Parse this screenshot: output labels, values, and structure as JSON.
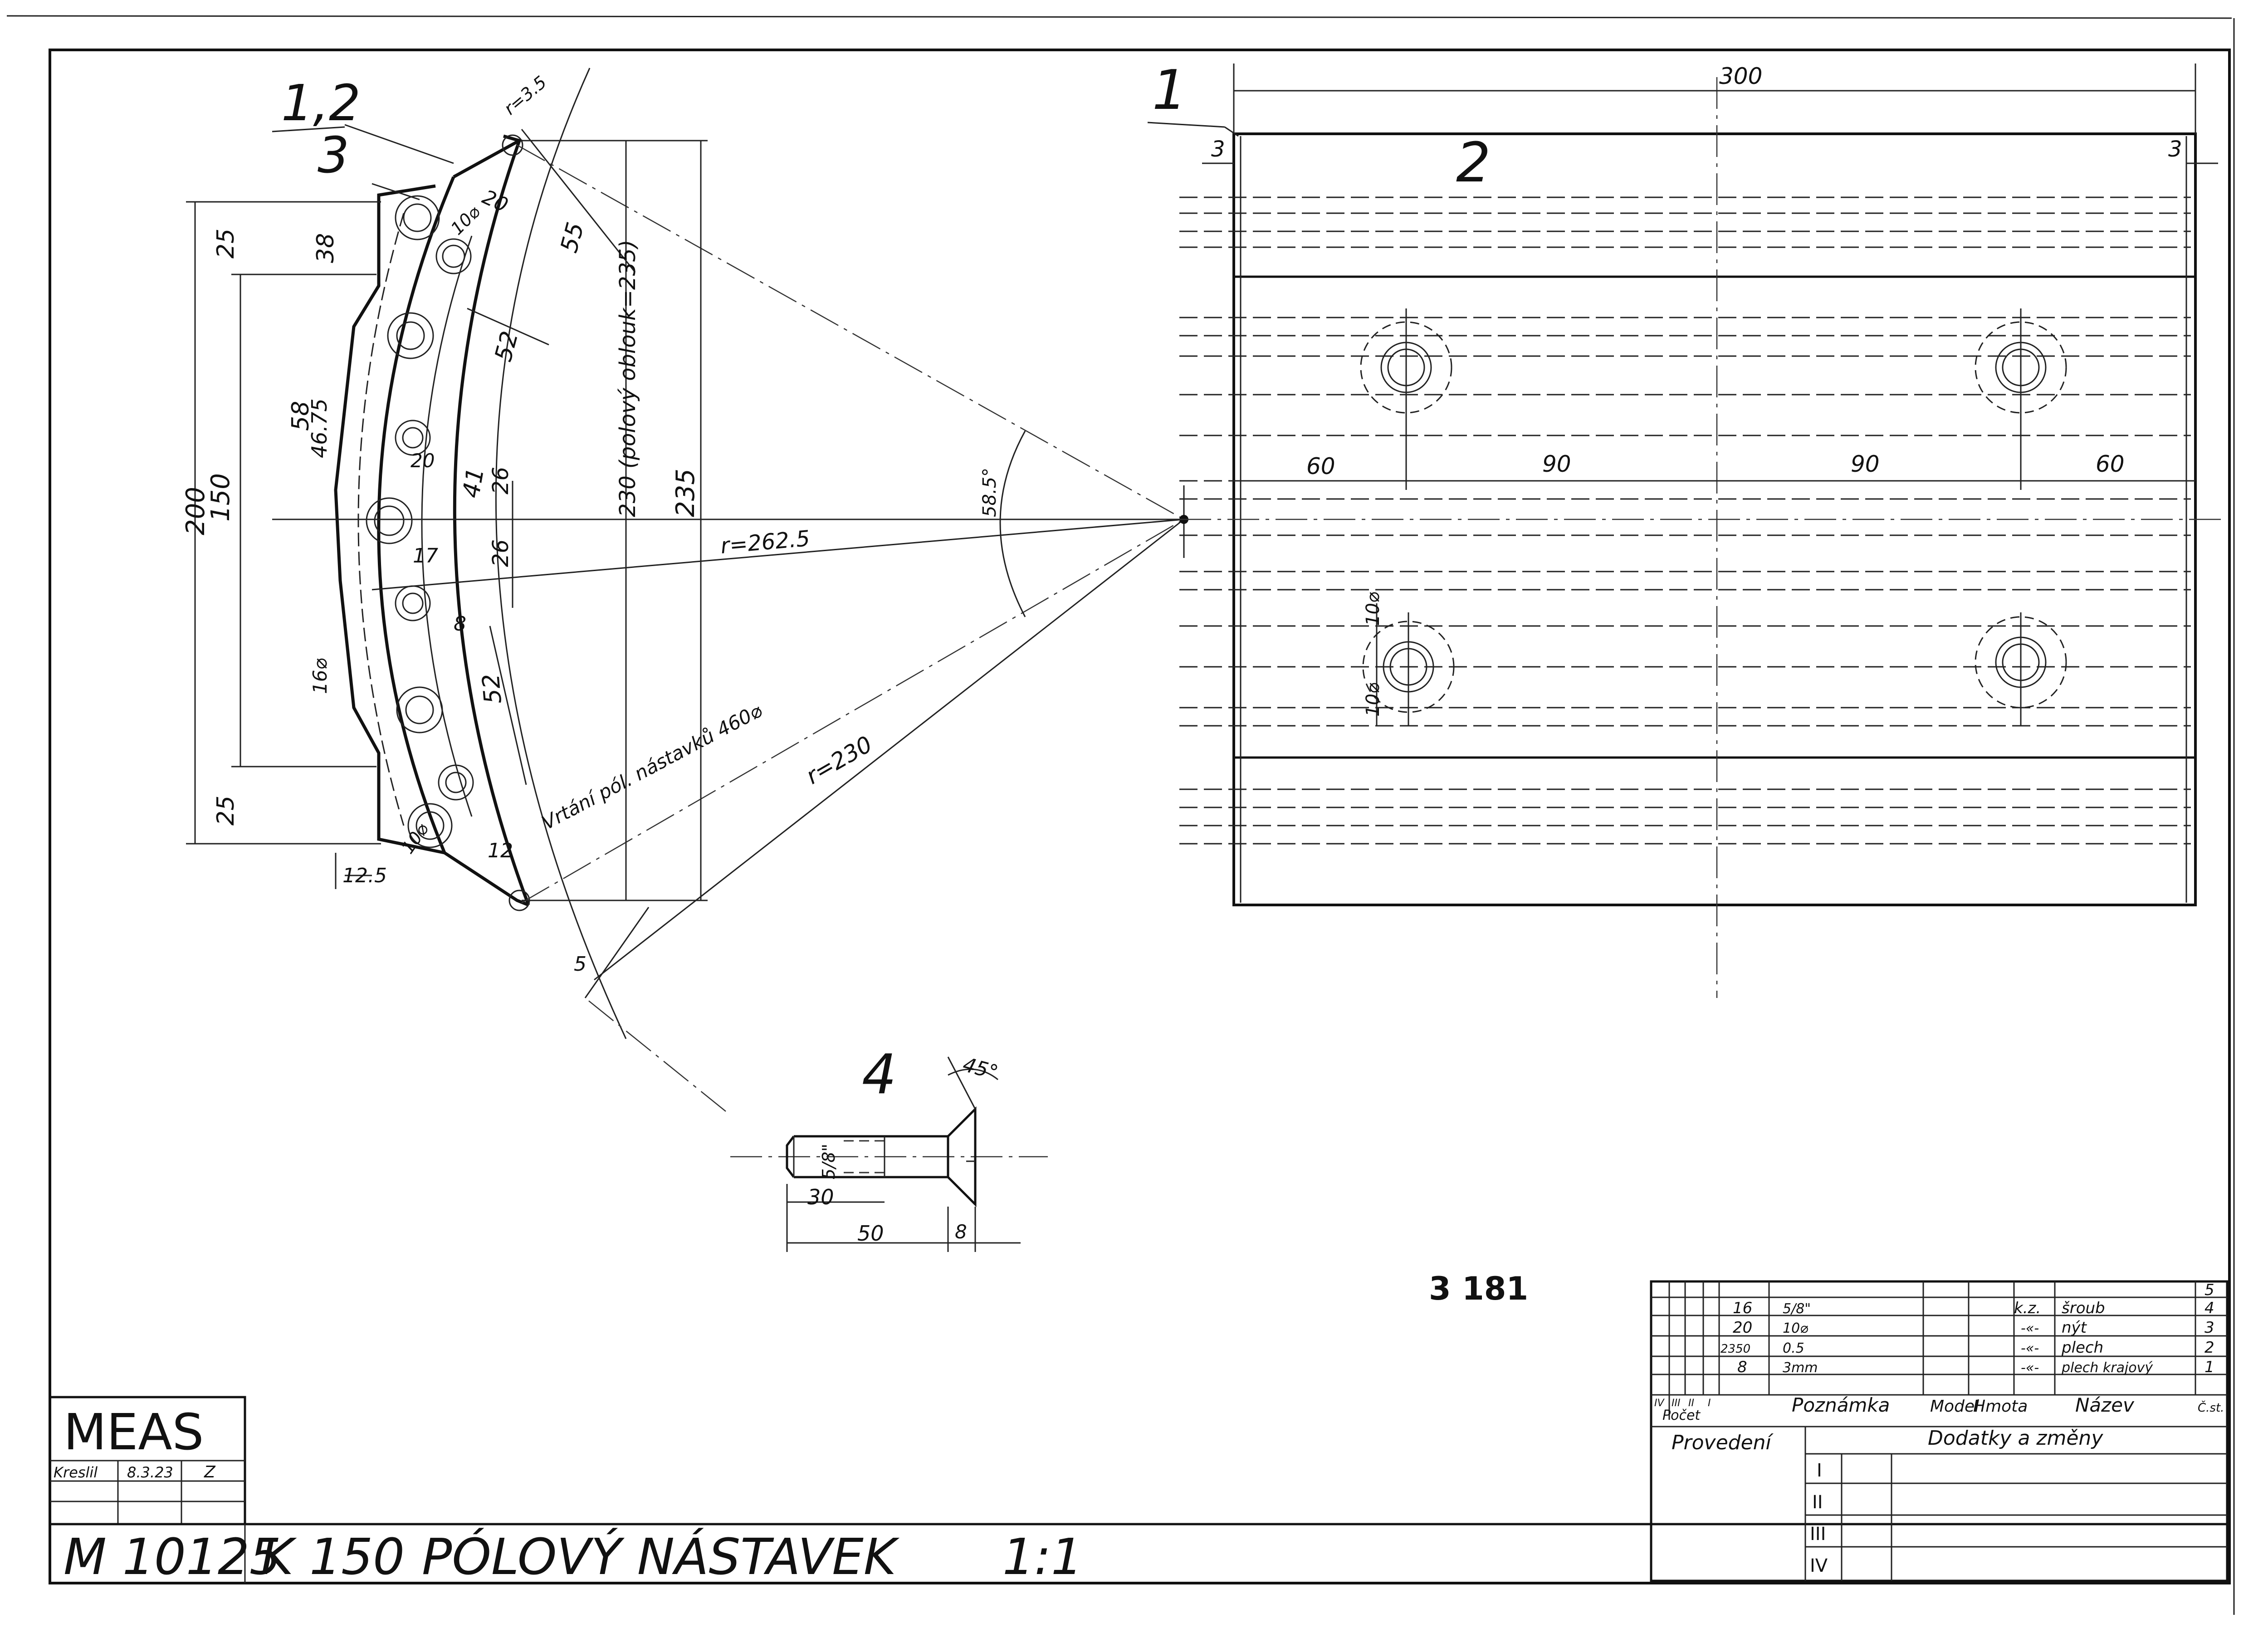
{
  "title_block": {
    "company": "MEAS",
    "drawn_label": "Kreslil",
    "drawn_date": "8.3.23",
    "drawn_initials": "Z",
    "drawing_number": "M 10125",
    "type": "K 150",
    "part_name": "PÓLOVÝ NÁSTAVEK",
    "scale": "1:1"
  },
  "bom": {
    "rows": [
      {
        "count": "16",
        "note": "5/8\"",
        "model": "k.z.",
        "name": "šroub",
        "pos": "4"
      },
      {
        "count": "20",
        "note": "10⌀",
        "model": "-«-",
        "name": "nýt",
        "pos": "3"
      },
      {
        "count": "2350",
        "note": "0.5",
        "model": "-«-",
        "name": "plech",
        "pos": "2"
      },
      {
        "count": "8",
        "note": "3mm",
        "model": "-«-",
        "name": "plech krajový",
        "pos": "1"
      }
    ],
    "empty_pos": "5",
    "roman_cols": [
      "IV",
      "III",
      "II",
      "I"
    ],
    "col_count": "Počet",
    "col_note": "Poznámka",
    "col_model": "Model",
    "col_mass": "Hmota",
    "col_name": "Název",
    "col_pos": "Č.st."
  },
  "revisions": {
    "col_version": "Provedení",
    "col_changes": "Dodatky a změny",
    "rows": [
      "I",
      "II",
      "III",
      "IV"
    ]
  },
  "stamp": "3 181",
  "part_labels": {
    "p12": "1,2",
    "p3": "3",
    "p1": "1",
    "p2": "2",
    "p4": "4"
  },
  "dims_left": {
    "r35": "r=3.5",
    "d20": "20",
    "d10": "10⌀",
    "d55": "55",
    "d52a": "52",
    "d41": "41",
    "d26a": "26",
    "d26b": "26",
    "d17": "17",
    "d8": "8",
    "d52b": "52",
    "d16": "16⌀",
    "d10b": "10⌀",
    "d12": "12",
    "d125": "12.5",
    "d25a": "25",
    "d38": "38",
    "d58": "58",
    "d4675": "46.75",
    "d20b": "20",
    "d200": "200",
    "d150": "150",
    "d25b": "25",
    "d230": "230 (polový oblouk=235)",
    "d235": "235",
    "r2625": "r=262.5",
    "r230": "r=230",
    "a585": "58.5°",
    "d5": "5",
    "drill": "Vrtání pól. nástavků 460⌀"
  },
  "dims_right": {
    "w300": "300",
    "e3l": "3",
    "e3r": "3",
    "d60a": "60",
    "d90a": "90",
    "d90b": "90",
    "d60b": "60",
    "h10a": "10⌀",
    "h10b": "10⌀"
  },
  "dims_screw": {
    "a45": "45°",
    "d58": "5/8\"",
    "d30": "30",
    "d50": "50",
    "d8": "8"
  }
}
